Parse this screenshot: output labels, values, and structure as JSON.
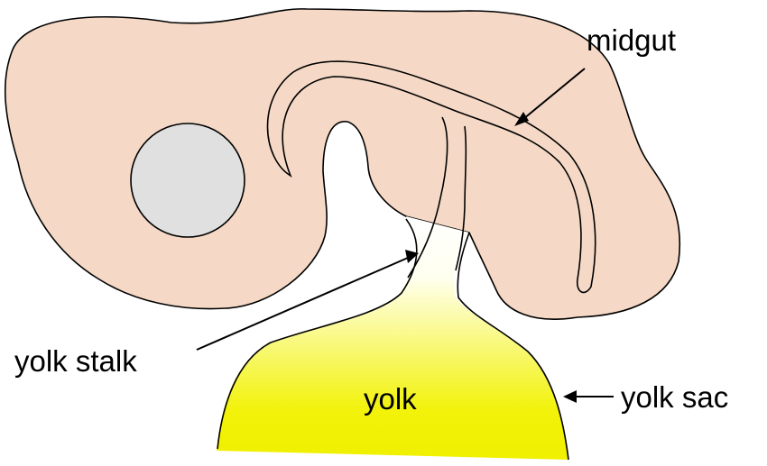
{
  "labels": {
    "midgut": "midgut",
    "yolk_stalk": "yolk stalk",
    "yolk": "yolk",
    "yolk_sac": "yolk sac"
  },
  "colors": {
    "embryo_fill": "#f5d9c6",
    "head_circle_fill": "#e0e0e0",
    "yolk_fill": "#f2f20a",
    "yolk_gradient_top": "#fffff2",
    "outline": "#000000"
  }
}
